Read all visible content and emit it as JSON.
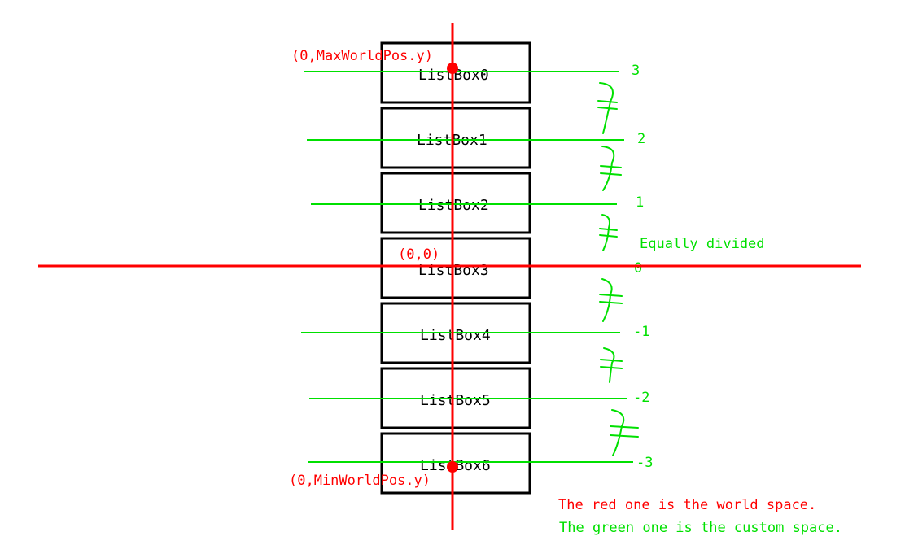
{
  "boxes": [
    "ListBox0",
    "ListBox1",
    "ListBox2",
    "ListBox3",
    "ListBox4",
    "ListBox5",
    "ListBox6"
  ],
  "custom_ticks": [
    "3",
    "2",
    "1",
    "0",
    "-1",
    "-2",
    "-3"
  ],
  "world_labels": {
    "max": "(0,MaxWorldPos.y)",
    "origin": "(0,0)",
    "min": "(0,MinWorldPos.y)"
  },
  "annotation": "Equally divided",
  "legend": {
    "red": "The red one is the world space.",
    "green": "The green one is the custom space."
  },
  "colors": {
    "world": "#ff0000",
    "custom": "#00e000",
    "box": "#000000"
  }
}
